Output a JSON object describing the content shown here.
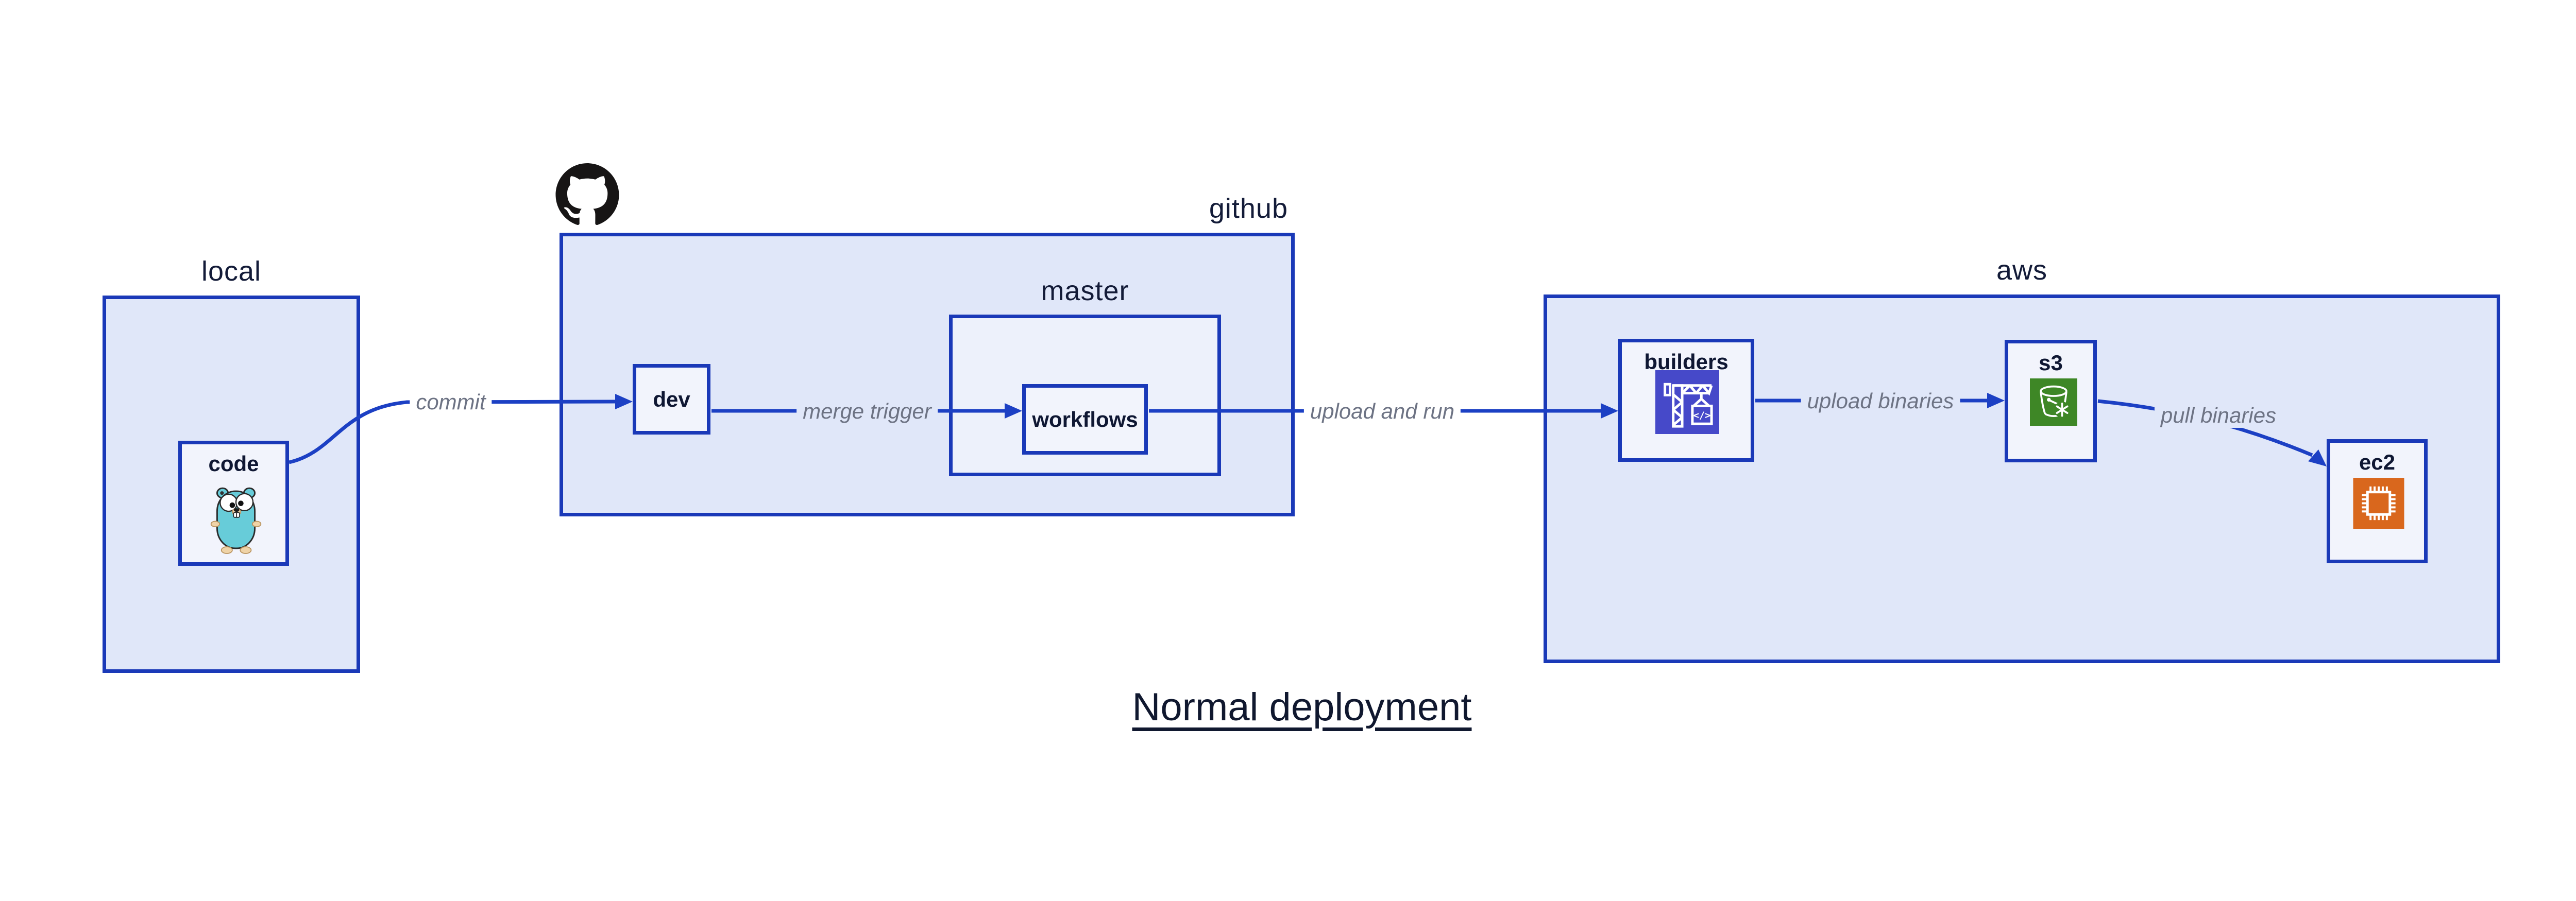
{
  "title": {
    "text": "Normal deployment"
  },
  "containers": {
    "local": {
      "label": "local"
    },
    "github": {
      "label": "github"
    },
    "master": {
      "label": "master"
    },
    "aws": {
      "label": "aws"
    }
  },
  "nodes": {
    "code": {
      "label": "code"
    },
    "dev": {
      "label": "dev"
    },
    "workflows": {
      "label": "workflows"
    },
    "builders": {
      "label": "builders"
    },
    "s3": {
      "label": "s3"
    },
    "ec2": {
      "label": "ec2"
    }
  },
  "edges": {
    "commit": {
      "label": "commit",
      "from": "code",
      "to": "dev"
    },
    "merge_trigger": {
      "label": "merge trigger",
      "from": "dev",
      "to": "workflows"
    },
    "upload_and_run": {
      "label": "upload and run",
      "from": "workflows",
      "to": "builders"
    },
    "upload_binaries": {
      "label": "upload binaries",
      "from": "builders",
      "to": "s3"
    },
    "pull_binaries": {
      "label": "pull binaries",
      "from": "s3",
      "to": "ec2"
    }
  },
  "icons": {
    "octocat": "github-octocat",
    "gopher": "go-gopher",
    "builders": "aws-codebuild-crane",
    "s3": "aws-s3-glacier-bucket",
    "ec2": "aws-ec2-chip",
    "builders_code_text": "</>"
  },
  "colors": {
    "edge_blue": "#1c40c4",
    "border_blue": "#1a39b8",
    "container_fill": "#e0e7f9",
    "master_fill": "#edf1fb",
    "node_fill": "#f2f4fc",
    "builders_icon_bg": "#4649c9",
    "s3_icon_bg": "#3e8726",
    "ec2_icon_bg": "#d9671d",
    "edge_label_gray": "#6d7384",
    "text_navy": "#10182f"
  }
}
